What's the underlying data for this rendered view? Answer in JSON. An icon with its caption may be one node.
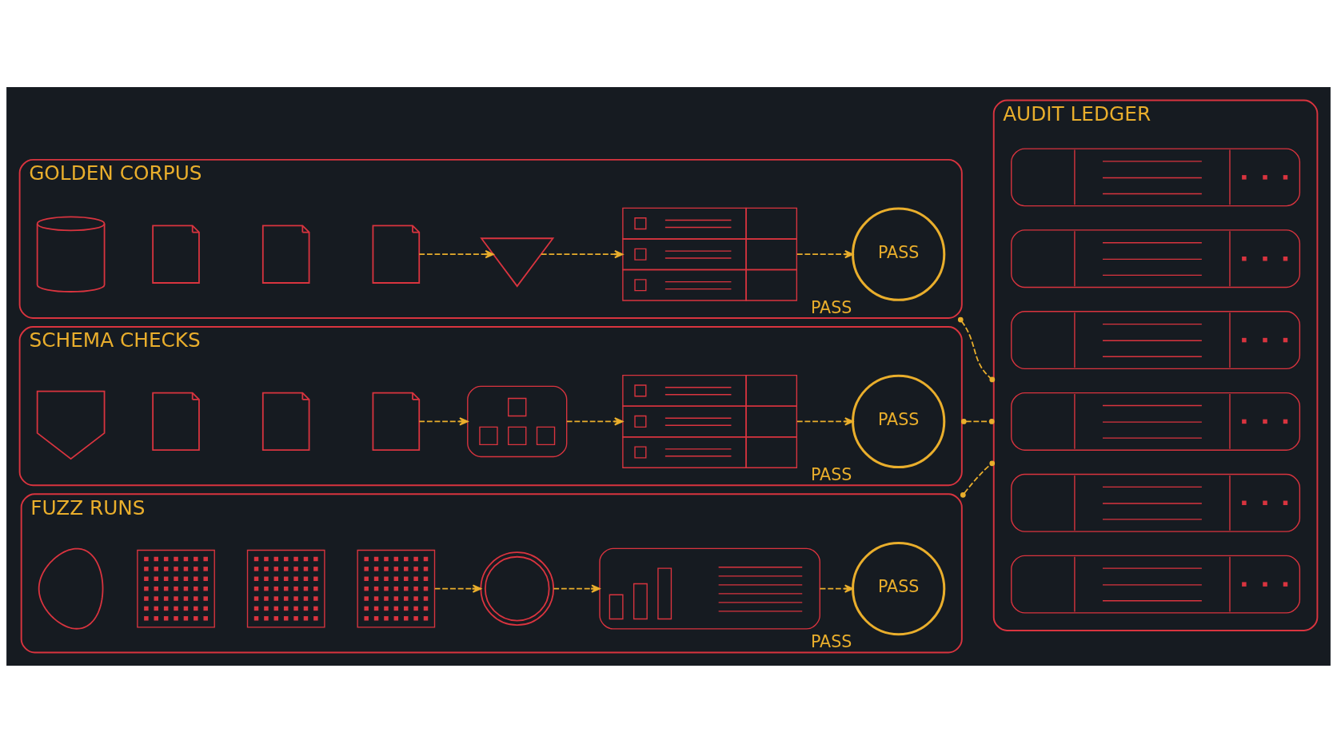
{
  "diagram": {
    "nodes": [
      {
        "text": [
          "GOLDEN CORPUS"
        ]
      },
      {
        "text": [],
        "shape": "cylinder",
        "in": 0
      },
      {
        "text": [],
        "shape": "document",
        "in": 0
      },
      {
        "text": [],
        "shape": "document",
        "in": 0
      },
      {
        "text": [],
        "shape": "document",
        "in": 0
      },
      {
        "text": [],
        "shape": "funnel",
        "in": 0
      },
      {
        "text": [],
        "shape": "table",
        "in": 0
      },
      {
        "text": [
          "PASS"
        ],
        "beside": [
          "PASS"
        ],
        "in": 0
      },
      {
        "text": [
          "SCHEMA CHECKS"
        ]
      },
      {
        "text": [],
        "shape": "shield",
        "in": 8
      },
      {
        "text": [],
        "shape": "document",
        "in": 8
      },
      {
        "text": [],
        "shape": "document",
        "in": 8
      },
      {
        "text": [],
        "shape": "document",
        "in": 8
      },
      {
        "text": [],
        "shape": "tree",
        "in": 8
      },
      {
        "text": [],
        "shape": "table",
        "in": 8
      },
      {
        "text": [
          "PASS"
        ],
        "beside": [
          "PASS"
        ],
        "in": 8
      },
      {
        "text": [
          "FUZZ RUNS"
        ]
      },
      {
        "text": [],
        "shape": "bug",
        "in": 16
      },
      {
        "text": [],
        "shape": "grid",
        "in": 16
      },
      {
        "text": [],
        "shape": "grid",
        "in": 16
      },
      {
        "text": [],
        "shape": "grid",
        "in": 16
      },
      {
        "text": [],
        "shape": "magnifier",
        "in": 16
      },
      {
        "text": [],
        "shape": "chart",
        "in": 16
      },
      {
        "text": [
          "PASS"
        ],
        "beside": [
          "PASS"
        ],
        "in": 16
      },
      {
        "text": [
          "AUDIT LEDGER"
        ]
      },
      {
        "text": [],
        "shape": "box",
        "in": 24
      },
      {
        "text": [],
        "shape": "box",
        "in": 24
      },
      {
        "text": [],
        "shape": "box",
        "in": 24
      },
      {
        "text": [],
        "shape": "box",
        "in": 24
      },
      {
        "text": [],
        "shape": "box",
        "in": 24
      },
      {
        "text": [],
        "shape": "box",
        "in": 24
      }
    ],
    "edges": [
      {
        "from": 4,
        "to": 5,
        "arrow": "to",
        "style": "dashed"
      },
      {
        "from": 5,
        "to": 6,
        "arrow": "to",
        "style": "dashed"
      },
      {
        "from": 6,
        "to": 7,
        "arrow": "to",
        "style": "dashed"
      },
      {
        "from": 12,
        "to": 13,
        "arrow": "to",
        "style": "dashed"
      },
      {
        "from": 13,
        "to": 14,
        "arrow": "to",
        "style": "dashed"
      },
      {
        "from": 14,
        "to": 15,
        "arrow": "to",
        "style": "dashed"
      },
      {
        "from": 20,
        "to": 21,
        "arrow": "to",
        "style": "dashed"
      },
      {
        "from": 21,
        "to": 22,
        "arrow": "to",
        "style": "dashed"
      },
      {
        "from": 22,
        "to": 23,
        "arrow": "to",
        "style": "dashed"
      },
      {
        "from": 0,
        "to": 24,
        "arrow": "other",
        "style": "dashed"
      },
      {
        "from": 8,
        "to": 24,
        "arrow": "other",
        "style": "dashed"
      },
      {
        "from": 16,
        "to": 24,
        "arrow": "other",
        "style": "dashed"
      }
    ]
  }
}
